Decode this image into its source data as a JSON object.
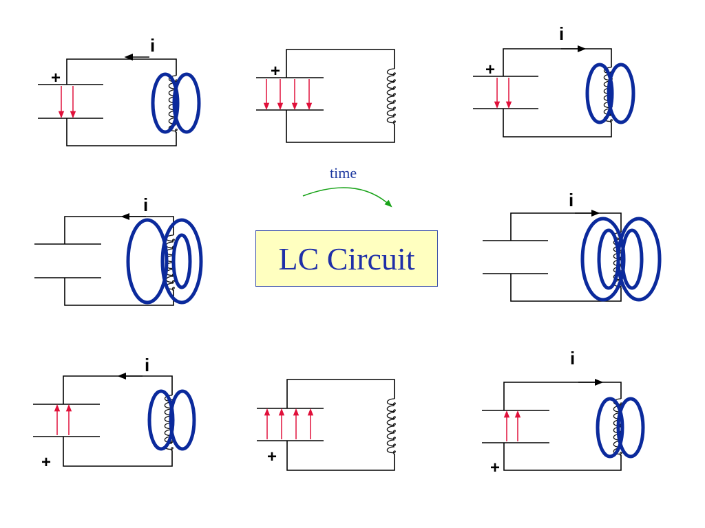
{
  "title": "LC Circuit",
  "time_label": "time",
  "current_label": "i",
  "plus_sign": "+",
  "colors": {
    "field_loop": "#0b2a9c",
    "electric_field_arrow": "#e0103a",
    "time_arrow": "#19a319",
    "title_box_fill": "#ffffc0",
    "title_text": "#1f2fa8"
  },
  "panels": [
    {
      "id": "t1",
      "current_dir": "left",
      "plus_plate": "top",
      "field_arrows": 2,
      "field_dir": "down",
      "field_loops": 2
    },
    {
      "id": "t2",
      "current_dir": "none",
      "plus_plate": "top",
      "field_arrows": 4,
      "field_dir": "down",
      "field_loops": 0
    },
    {
      "id": "t3",
      "current_dir": "right",
      "plus_plate": "top",
      "field_arrows": 2,
      "field_dir": "down",
      "field_loops": 2
    },
    {
      "id": "m1",
      "current_dir": "left",
      "plus_plate": "none",
      "field_arrows": 0,
      "field_dir": "none",
      "field_loops": 3
    },
    {
      "id": "m3",
      "current_dir": "right",
      "plus_plate": "none",
      "field_arrows": 0,
      "field_dir": "none",
      "field_loops": 4
    },
    {
      "id": "b1",
      "current_dir": "left",
      "plus_plate": "bottom",
      "field_arrows": 2,
      "field_dir": "up",
      "field_loops": 2
    },
    {
      "id": "b2",
      "current_dir": "none",
      "plus_plate": "bottom",
      "field_arrows": 4,
      "field_dir": "up",
      "field_loops": 0
    },
    {
      "id": "b3",
      "current_dir": "right",
      "plus_plate": "bottom",
      "field_arrows": 2,
      "field_dir": "up",
      "field_loops": 2
    }
  ]
}
